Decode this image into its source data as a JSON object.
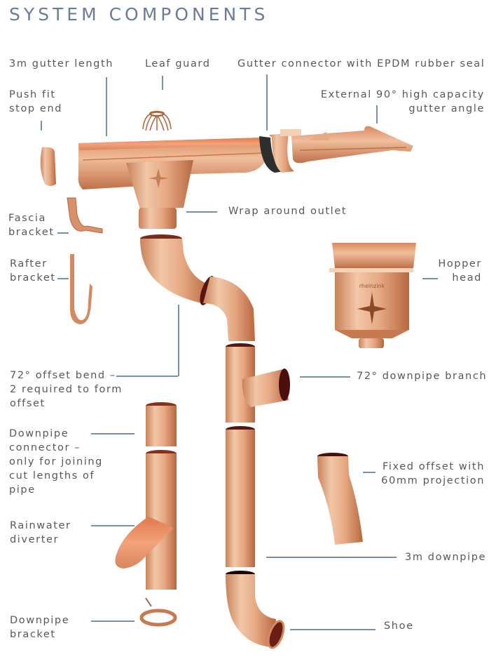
{
  "title": "SYSTEM COMPONENTS",
  "brand_mark": "rheinzink",
  "colors": {
    "title": "#6b7c98",
    "label_text": "#585858",
    "leader_line": "#7a8fa8",
    "copper_light": "#f0c4a4",
    "copper_mid": "#dd9a72",
    "copper_dark": "#b8643c",
    "pipe_interior": "#5a1410",
    "rubber_seal": "#2e2e2e"
  },
  "components": [
    {
      "id": "gutter-length",
      "label": "3m gutter length"
    },
    {
      "id": "leaf-guard",
      "label": "Leaf guard"
    },
    {
      "id": "gutter-connector",
      "label": "Gutter connector with EPDM rubber seal"
    },
    {
      "id": "stop-end",
      "label": "Push fit\nstop end"
    },
    {
      "id": "gutter-angle",
      "label": "External 90° high capacity\ngutter angle"
    },
    {
      "id": "outlet",
      "label": "Wrap around outlet"
    },
    {
      "id": "fascia-bracket",
      "label": "Fascia\nbracket"
    },
    {
      "id": "rafter-bracket",
      "label": "Rafter\nbracket"
    },
    {
      "id": "hopper-head",
      "label": "Hopper\nhead"
    },
    {
      "id": "offset-bend",
      "label": "72° offset bend –\n2 required to form\noffset"
    },
    {
      "id": "downpipe-branch",
      "label": "72° downpipe branch"
    },
    {
      "id": "downpipe-connector",
      "label": "Downpipe\nconnector –\nonly for joining\ncut lengths of\npipe"
    },
    {
      "id": "fixed-offset",
      "label": "Fixed offset with\n60mm projection"
    },
    {
      "id": "rainwater-diverter",
      "label": "Rainwater\ndiverter"
    },
    {
      "id": "downpipe",
      "label": "3m downpipe"
    },
    {
      "id": "downpipe-bracket",
      "label": "Downpipe\nbracket"
    },
    {
      "id": "shoe",
      "label": "Shoe"
    }
  ]
}
